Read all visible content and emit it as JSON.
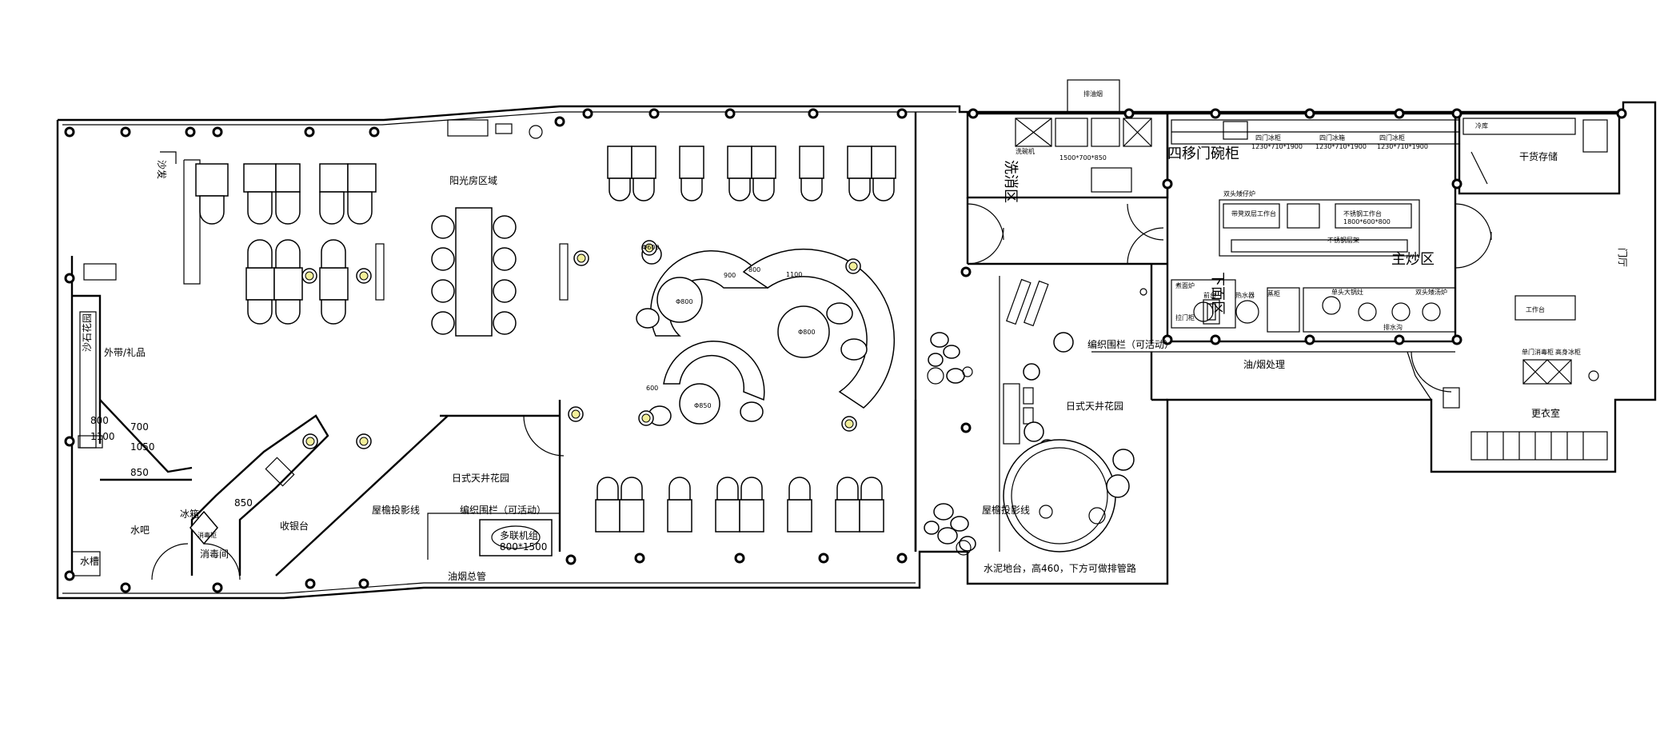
{
  "rooms": {
    "sunroom": "阳光房区域",
    "gift": "外带/礼品",
    "sand_garden": "沙石花园",
    "water_bar": "水吧",
    "ice_box": "冰箱",
    "disinfect_cab": "消毒柜",
    "disinfect_room": "消毒间",
    "cashier": "收银台",
    "sink": "水槽",
    "sofa": "沙发",
    "jp_garden_left": "日式天井花园",
    "eave_line_left": "屋檐投影线",
    "fence_left": "编织围栏（可活动）",
    "multi_unit": "多联机组",
    "multi_unit_size": "800*1500",
    "exhaust_pipe": "油烟总管",
    "jp_garden_right": "日式天井花园",
    "fence_right": "编织围栏（可活动）",
    "eave_line_right": "屋檐投影线",
    "cement_platform": "水泥地台，高460，下方可做排管路",
    "oil_smoke": "油/烟处理",
    "changing_room": "更衣室",
    "dry_storage": "干货存储",
    "door": "门厅",
    "wash_area": "洗消区",
    "noodle_area": "下面区",
    "main_cook": "主炒区",
    "four_door_cab": "四移门碗柜",
    "exhaust_hood": "排油烟",
    "workbench": "工作台",
    "cold_room": "冷库"
  },
  "dimensions": [
    "800",
    "700",
    "1100",
    "1050",
    "850",
    "850",
    "900",
    "800",
    "1100",
    "Φ600",
    "Φ800",
    "Φ850",
    "Φ800",
    "600"
  ],
  "equipment_labels": [
    "洗碗机",
    "1500*700*850",
    "四门冰柜",
    "四门冰箱",
    "四门冰柜",
    "1230*710*1900",
    "1230*710*1900",
    "1230*710*1900",
    "双头矮仔炉",
    "不锈钢工作台",
    "1800*600*800",
    "单头大锅灶",
    "带凳双层工作台",
    "不锈钢层架",
    "单门消毒柜",
    "高身冰柜",
    "双头矮汤炉",
    "拉门柜",
    "前台",
    "热水器",
    "蒸柜",
    "排水沟",
    "煮面炉"
  ]
}
